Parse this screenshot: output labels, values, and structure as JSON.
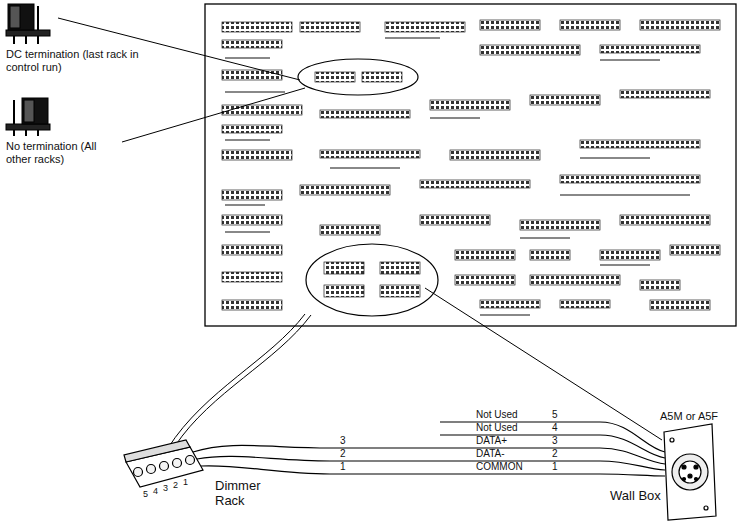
{
  "diagram": {
    "labels": [
      "DC termination (last rack in control run)",
      "No termination (All other racks)",
      "Not Used",
      "5",
      "Not Used",
      "4",
      "DATA+",
      "3",
      "DATA-",
      "2",
      "COMMON",
      "1",
      "3",
      "2",
      "1",
      "A5M or A5F",
      "5",
      "4",
      "3",
      "2",
      "1",
      "Dimmer Rack",
      "Wall Box"
    ]
  }
}
